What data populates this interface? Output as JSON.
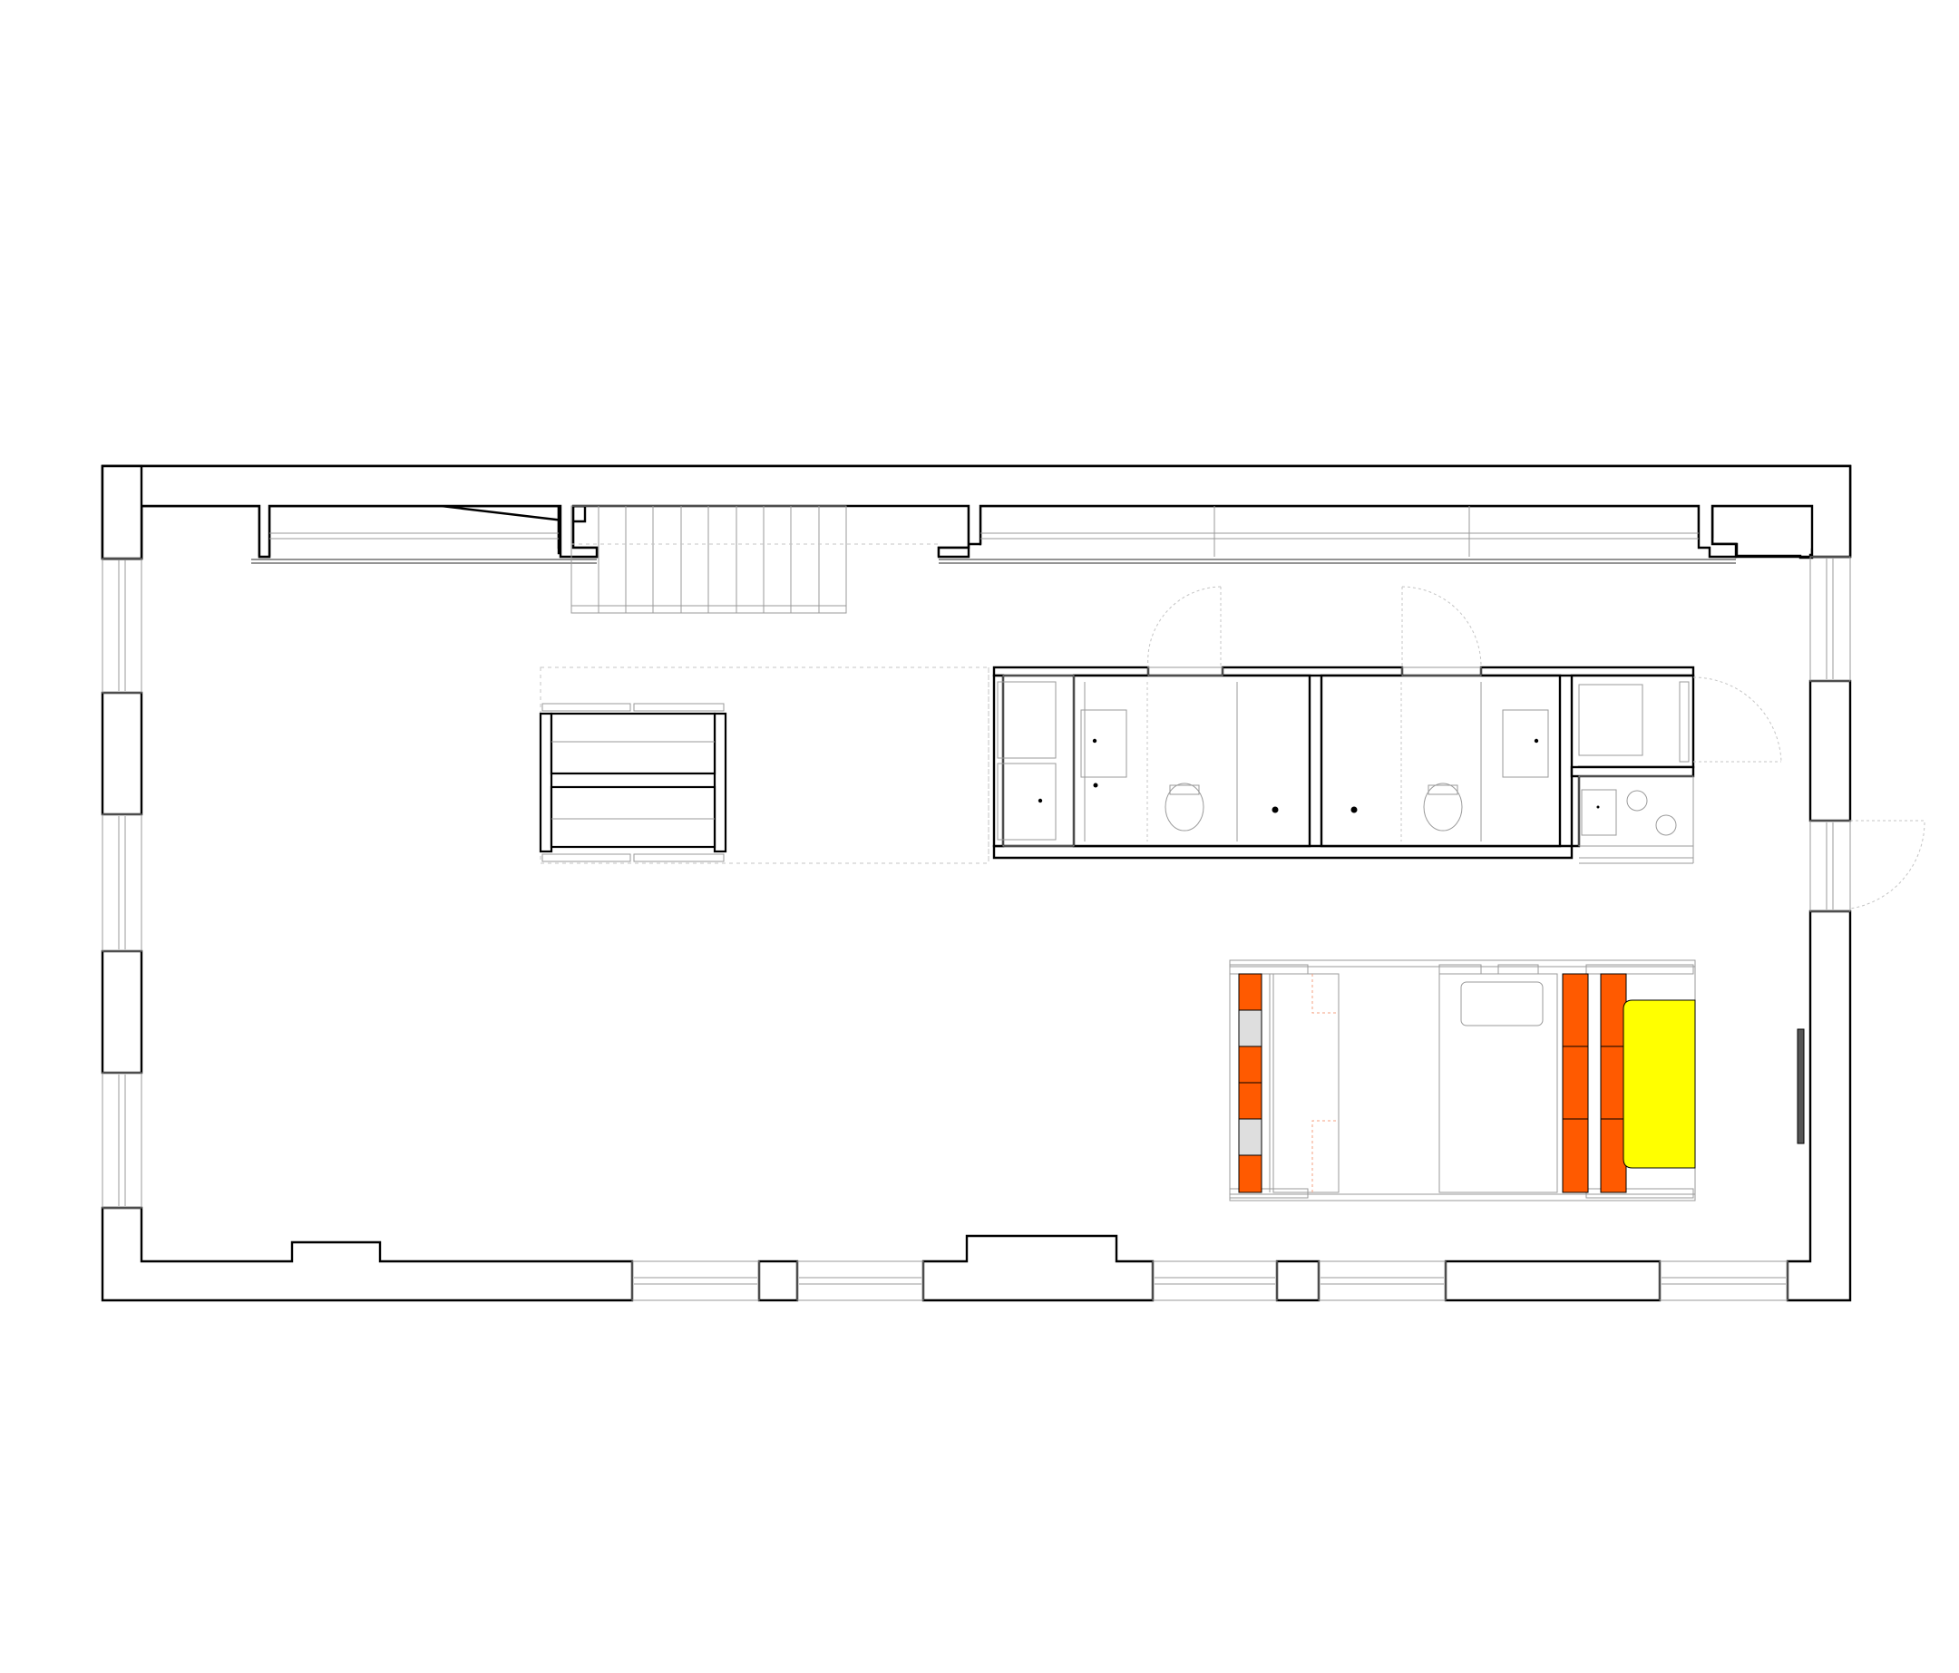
{
  "diagram": {
    "kind": "architectural floor plan",
    "labels": []
  },
  "palette": {
    "background": "#ffffff",
    "wall_stroke": "#000000",
    "thin_line": "#9a9a9a",
    "light_line": "#bdbdbd",
    "dashed_line": "#c4c4c4",
    "bunk_orange": "#ff5a00",
    "mattress_yellow": "#ffff00",
    "bunk_grey": "#dedede",
    "dash_orange": "#f4a080",
    "radiator": "#555555"
  },
  "elements": {
    "outer_walls": "outer-wall",
    "staircase": "staircase",
    "wet_core": "bathroom-core",
    "bunk_unit": "bunk-bed-unit",
    "furniture_island": "shelving-island"
  }
}
